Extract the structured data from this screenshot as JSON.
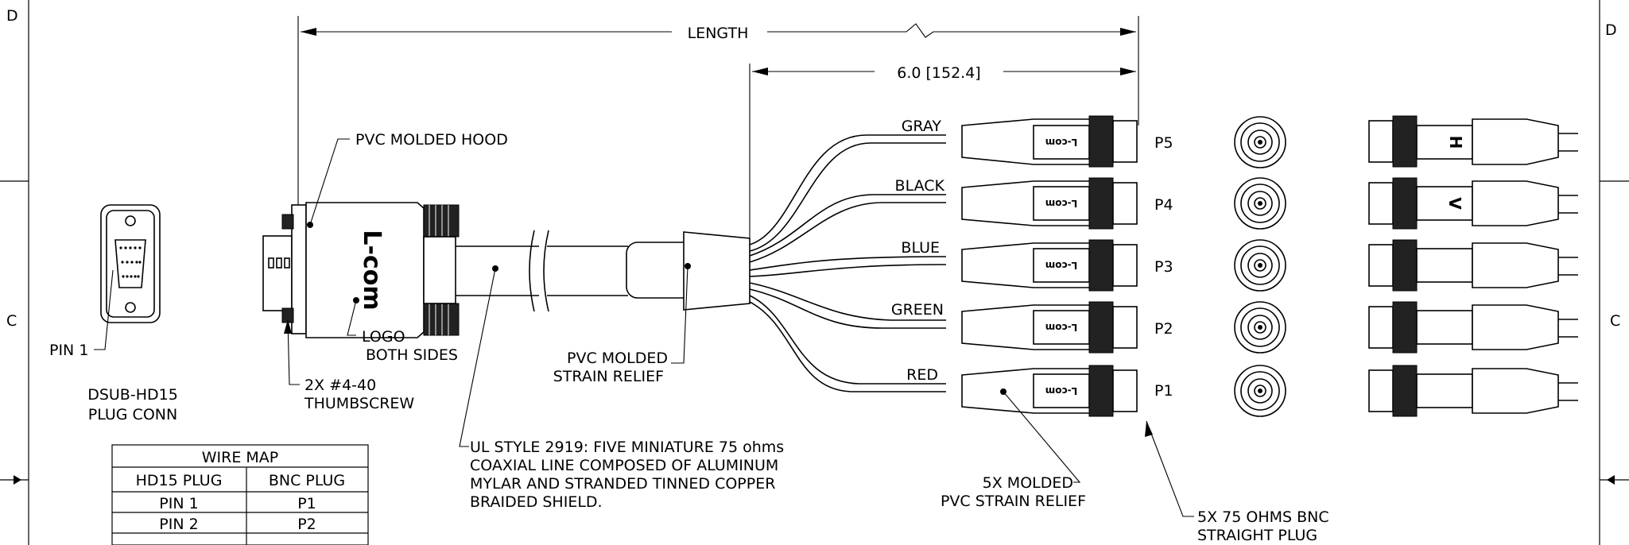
{
  "zones": {
    "top_left": "D",
    "top_right": "D",
    "mid_left": "C",
    "mid_right": "C"
  },
  "dimensions": {
    "overall": "LENGTH",
    "breakout": "6.0 [152.4]"
  },
  "callouts": {
    "hood": "PVC MOLDED HOOD",
    "logo_line1": "LOGO",
    "logo_line2": "BOTH SIDES",
    "thumbscrew_line1": "2X #4-40",
    "thumbscrew_line2": "THUMBSCREW",
    "strain_relief_line1": "PVC MOLDED",
    "strain_relief_line2": "STRAIN RELIEF",
    "cable_spec_line1": "UL STYLE 2919: FIVE MINIATURE 75 ohms",
    "cable_spec_line2": "COAXIAL LINE COMPOSED OF ALUMINUM",
    "cable_spec_line3": "MYLAR AND STRANDED TINNED COPPER",
    "cable_spec_line4": "BRAIDED SHIELD.",
    "bnc_relief_line1": "5X MOLDED",
    "bnc_relief_line2": "PVC STRAIN RELIEF",
    "bnc_plug_line1": "5X 75 OHMS BNC",
    "bnc_plug_line2": "STRAIGHT PLUG",
    "pin1": "PIN 1",
    "connector_line1": "DSUB-HD15",
    "connector_line2": "PLUG CONN"
  },
  "wires": [
    {
      "color": "GRAY",
      "plug": "P5"
    },
    {
      "color": "BLACK",
      "plug": "P4"
    },
    {
      "color": "BLUE",
      "plug": "P3"
    },
    {
      "color": "GREEN",
      "plug": "P2"
    },
    {
      "color": "RED",
      "plug": "P1"
    }
  ],
  "logo_text": "L-com",
  "side_marks": [
    "H",
    "V"
  ],
  "wire_map": {
    "title": "WIRE MAP",
    "headers": [
      "HD15 PLUG",
      "BNC PLUG"
    ],
    "rows": [
      [
        "PIN 1",
        "P1"
      ],
      [
        "PIN 2",
        "P2"
      ]
    ]
  }
}
